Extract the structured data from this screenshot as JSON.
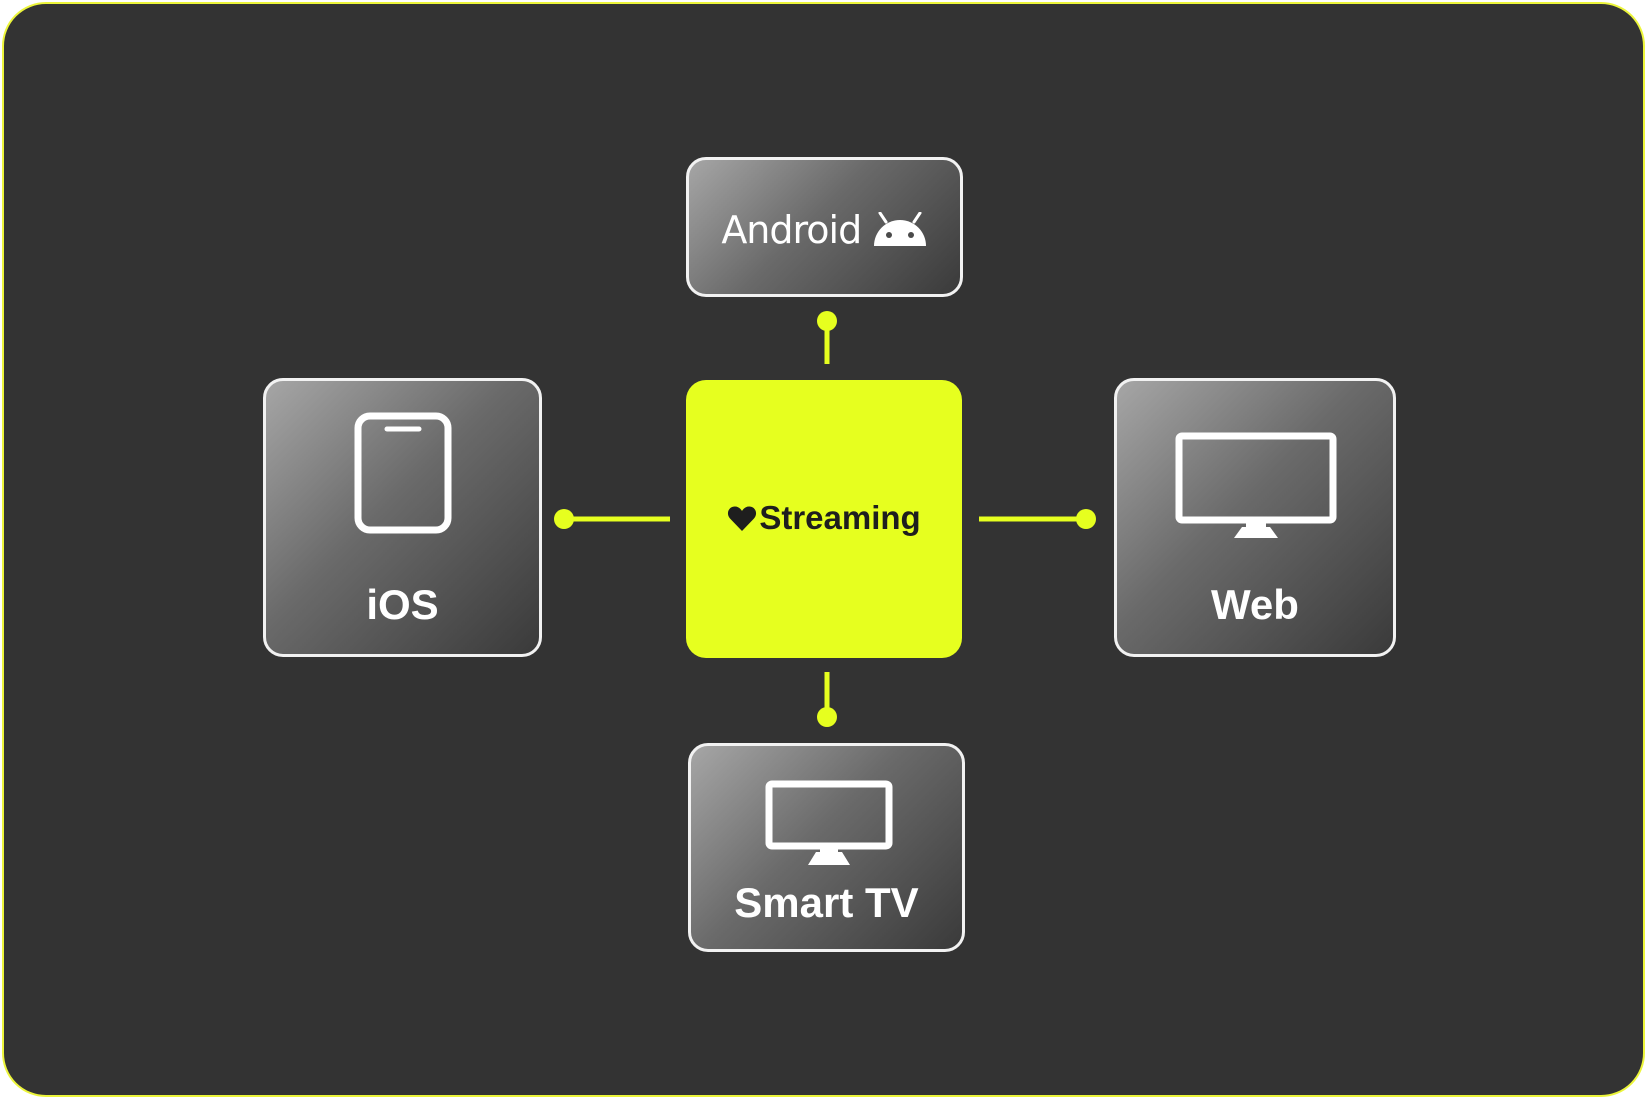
{
  "diagram": {
    "hub": {
      "label": "Streaming",
      "icon": "heart-icon"
    },
    "nodes": [
      {
        "id": "android",
        "label": "Android",
        "icon": "android-icon"
      },
      {
        "id": "ios",
        "label": "iOS",
        "icon": "tablet-icon"
      },
      {
        "id": "web",
        "label": "Web",
        "icon": "monitor-icon"
      },
      {
        "id": "smart_tv",
        "label": "Smart TV",
        "icon": "tv-icon"
      }
    ],
    "edges": [
      {
        "from": "streaming",
        "to": "android"
      },
      {
        "from": "streaming",
        "to": "ios"
      },
      {
        "from": "streaming",
        "to": "web"
      },
      {
        "from": "streaming",
        "to": "smart_tv"
      }
    ]
  },
  "colors": {
    "background": "#333333",
    "accent": "#e6ff1f",
    "card_border": "#f2f2f2",
    "text_light": "#ffffff",
    "text_dark": "#1e1e1e"
  }
}
